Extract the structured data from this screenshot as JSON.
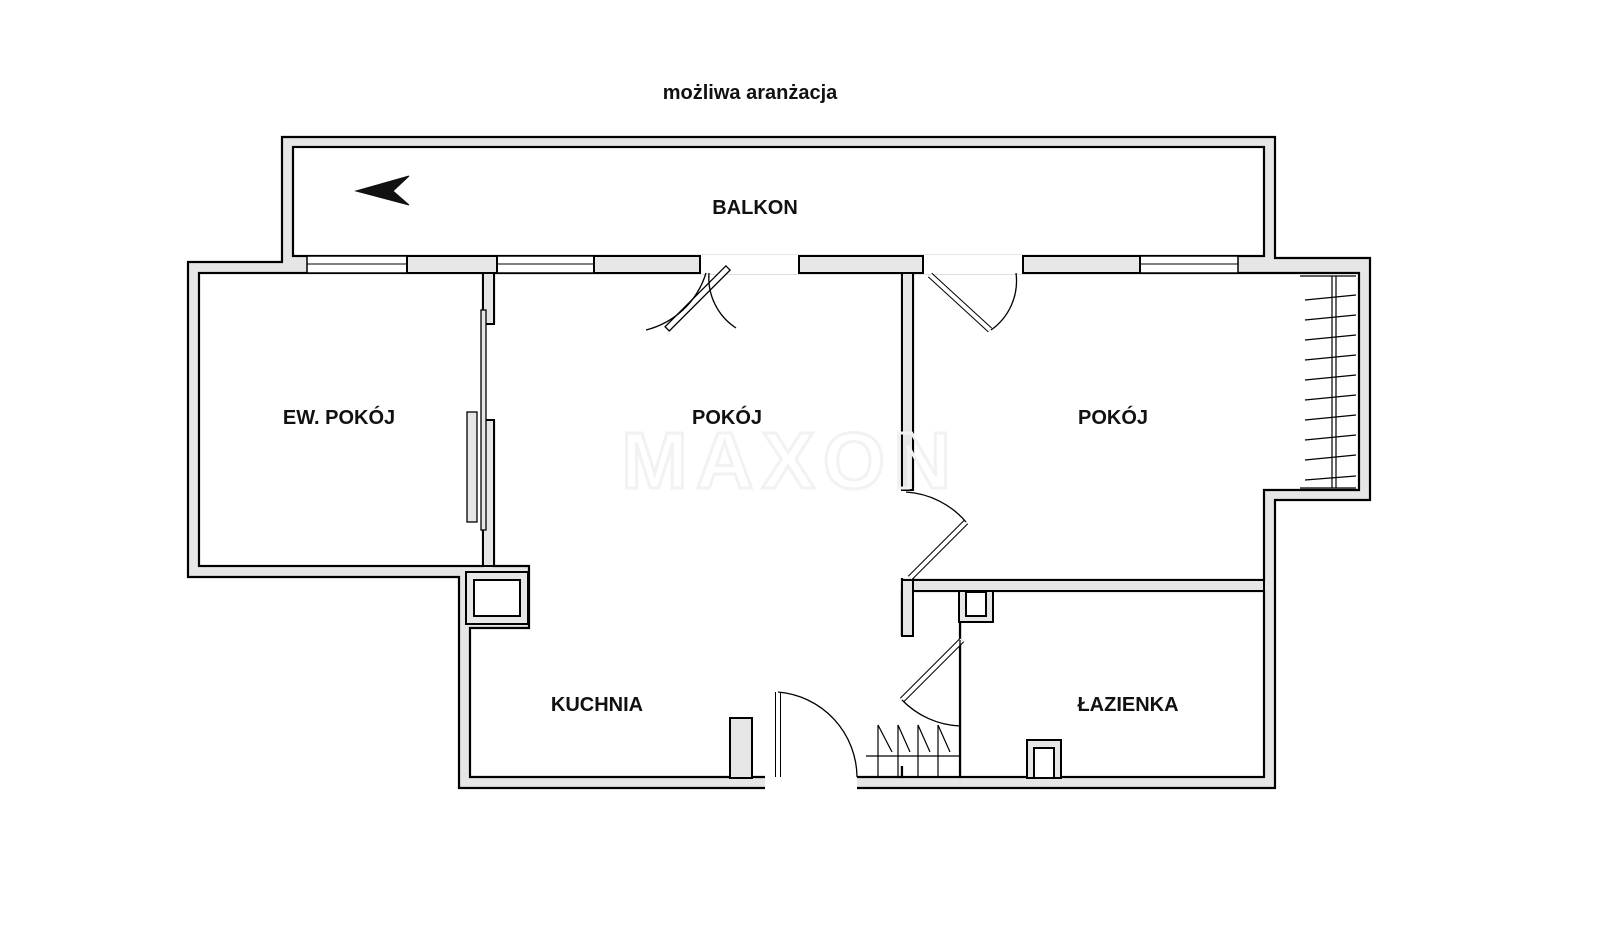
{
  "plan": {
    "title": "możliwa aranżacja",
    "watermark": "MAXON",
    "rooms": {
      "balkon": "BALKON",
      "ew_pokoj": "EW. POKÓJ",
      "pokoj_center": "POKÓJ",
      "pokoj_right": "POKÓJ",
      "kuchnia": "KUCHNIA",
      "lazienka": "ŁAZIENKA"
    },
    "icons": {
      "north_arrow": "north-arrow-icon"
    },
    "colors": {
      "wall_fill": "#e6e6e6",
      "line": "#000000",
      "background": "#ffffff"
    }
  }
}
